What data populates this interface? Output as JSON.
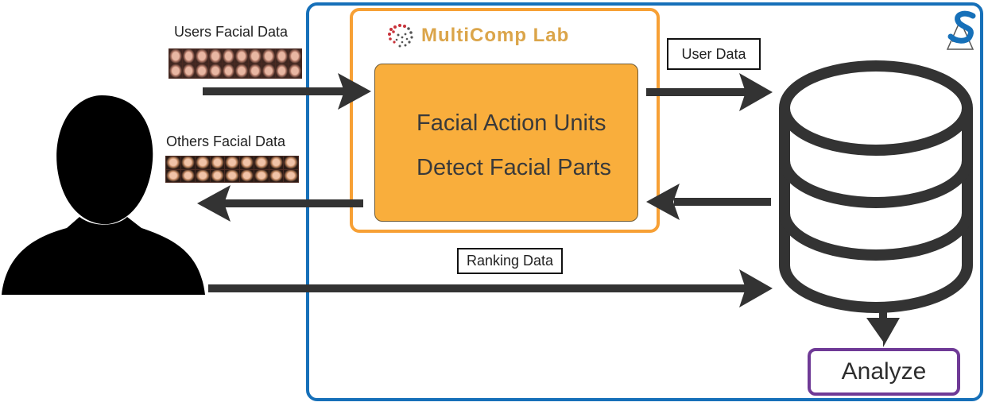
{
  "labels": {
    "users_facial_data": "Users Facial Data",
    "others_facial_data": "Others Facial Data",
    "user_data": "User Data",
    "ranking_data": "Ranking Data",
    "analyze": "Analyze"
  },
  "lab": {
    "name": "MultiComp Lab"
  },
  "core": {
    "line1": "Facial Action Units",
    "line2": "Detect Facial Parts"
  },
  "colors": {
    "outer_frame": "#1670b9",
    "lab_frame": "#f7a035",
    "core_fill": "#f9ae3c",
    "analyze_border": "#6f3a96",
    "arrow": "#333333",
    "database": "#333333",
    "person": "#000000",
    "lab_text": "#dba54a",
    "corner_logo": "#1670b9"
  },
  "icons": {
    "person": "person-silhouette-icon",
    "database": "database-cylinder-icon",
    "lab_logo": "multicomp-dotted-logo-icon",
    "corner_logo": "s-triangle-logo-icon"
  },
  "thumbnails": {
    "users_strip": {
      "rows": 2,
      "columns": 10
    },
    "others_strip": {
      "rows": 2,
      "columns": 9
    }
  }
}
